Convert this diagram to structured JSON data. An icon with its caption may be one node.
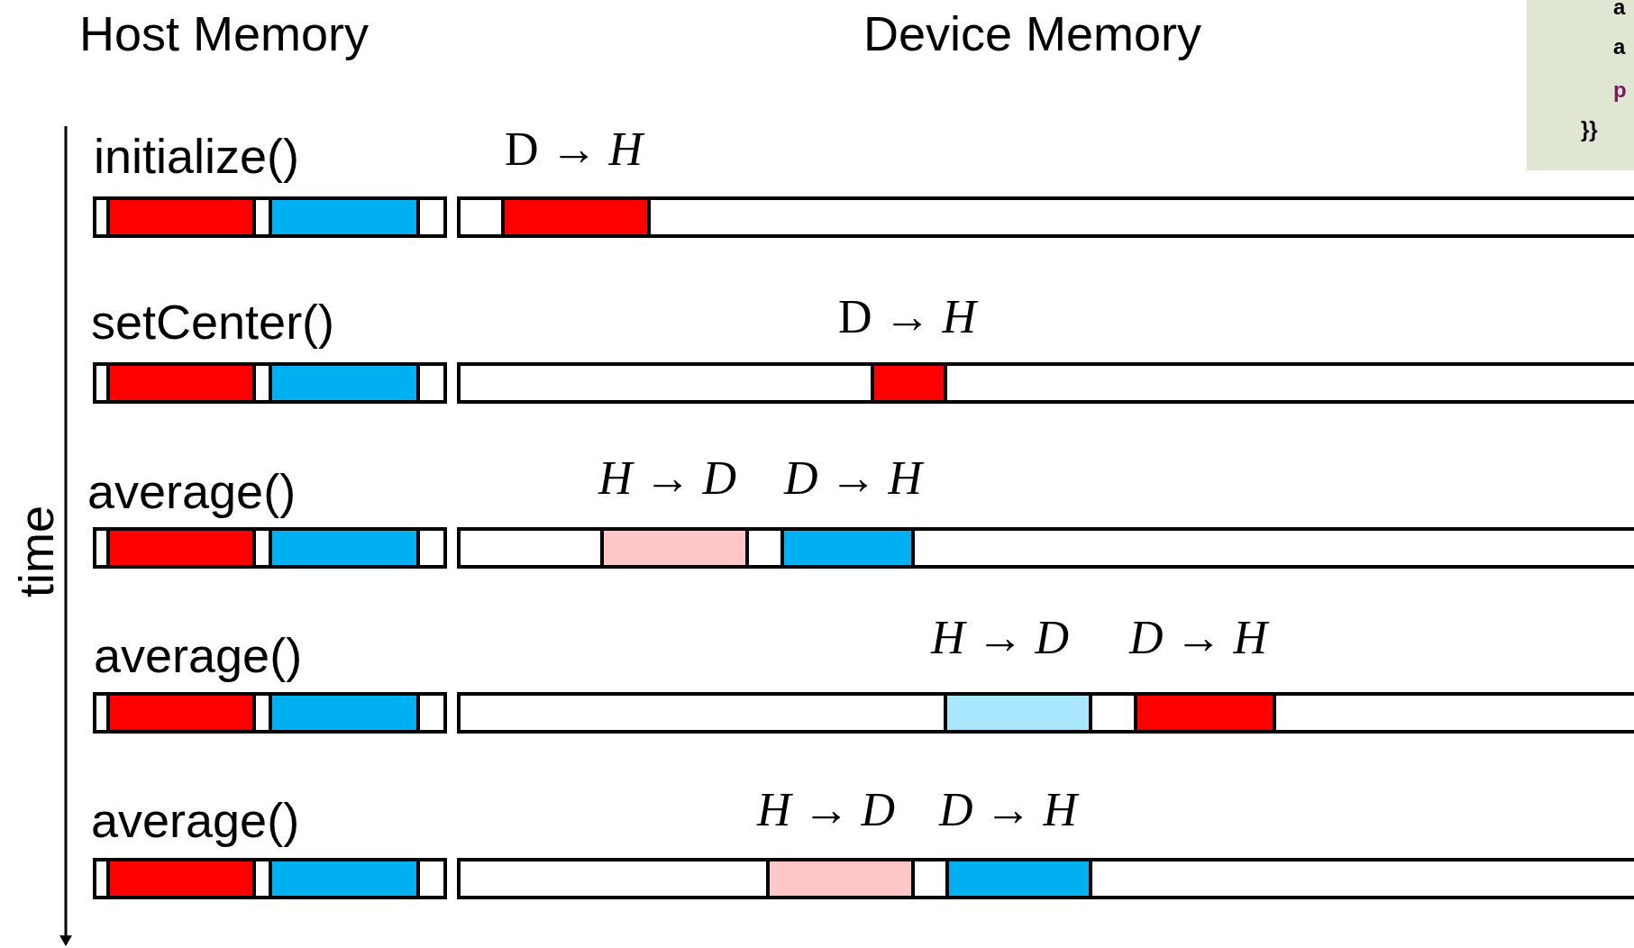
{
  "diagram": {
    "labels": [
      "a",
      "Host Memory",
      "Device Memory",
      "a",
      "p",
      "}}",
      "initialize()",
      "D → *H*",
      "setCenter()",
      "D → *H*",
      "average()",
      "*H* → *D*",
      "*D* → *H*",
      "average()",
      "*H* → *D*",
      "*D* → *H*",
      "average()",
      "*H* → *D*",
      "*D* → *H*",
      "time"
    ]
  }
}
